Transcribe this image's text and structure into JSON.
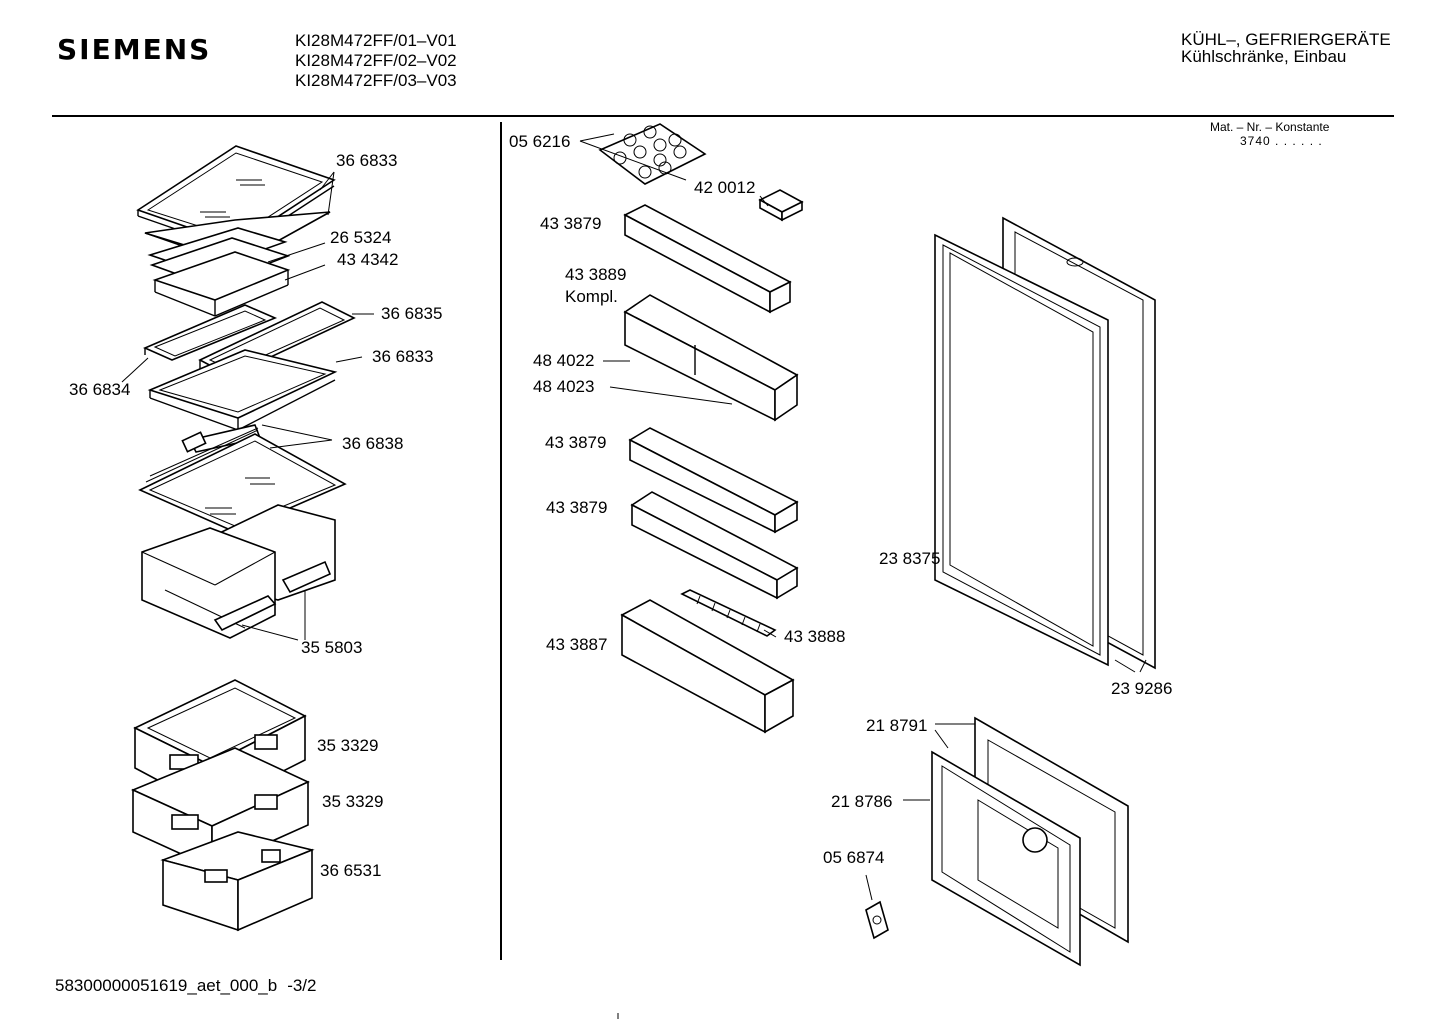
{
  "header": {
    "brand": "SIEMENS",
    "models": [
      "KI28M472FF/01–V01",
      "KI28M472FF/02–V02",
      "KI28M472FF/03–V03"
    ],
    "category_line1": "KÜHL–, GEFRIERGERÄTE",
    "category_line2": "Kühlschränke, Einbau",
    "mat_label": "Mat. – Nr. – Konstante",
    "mat_value": "3740  .  .  .  .  .  ."
  },
  "parts": {
    "p366833a": "36 6833",
    "p265324": "26 5324",
    "p434342": "43 4342",
    "p366835": "36 6835",
    "p366833b": "36 6833",
    "p366834": "36 6834",
    "p366838": "36 6838",
    "p355803": "35 5803",
    "p353329a": "35 3329",
    "p353329b": "35 3329",
    "p366531": "36 6531",
    "p056216": "05 6216",
    "p420012": "42 0012",
    "p433879a": "43 3879",
    "p433889": "43 3889",
    "p433889_note": "Kompl.",
    "p484022": "48 4022",
    "p484023": "48 4023",
    "p433879b": "43 3879",
    "p433879c": "43 3879",
    "p433887": "43 3887",
    "p433888": "43 3888",
    "p238375": "23 8375",
    "p239286": "23 9286",
    "p218791": "21 8791",
    "p218786": "21 8786",
    "p056874": "05 6874"
  },
  "footer": {
    "doc_id": "58300000051619_aet_000_b",
    "sheet": "-3/2"
  }
}
